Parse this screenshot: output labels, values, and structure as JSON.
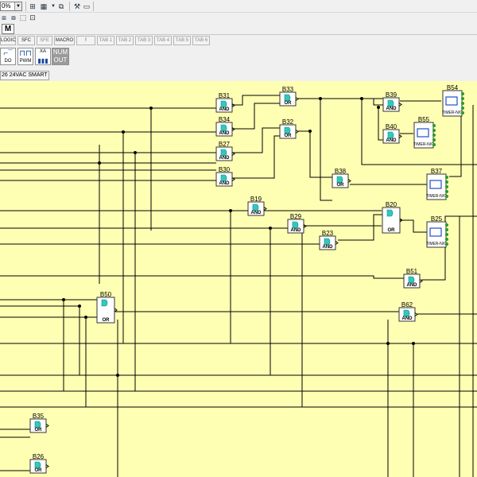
{
  "toolbar": {
    "zoom_value": "0%",
    "icons": [
      "pointer-icon",
      "grid-icon",
      "dropdown-icon",
      "link-icon",
      "tool-icon",
      "copy-icon",
      "paste-icon",
      "select-icon",
      "cut-icon",
      "move-icon"
    ]
  },
  "mode_button": "M",
  "tabs": [
    {
      "label": "LOGIC",
      "dim": false
    },
    {
      "label": "SFC",
      "dim": false
    },
    {
      "label": "SFE",
      "dim": true
    },
    {
      "label": "MACRO",
      "dim": false
    },
    {
      "label": "!",
      "dim": false
    },
    {
      "label": "TAB 1",
      "dim": true
    },
    {
      "label": "TAB 2",
      "dim": true
    },
    {
      "label": "TAB 3",
      "dim": true
    },
    {
      "label": "TAB 4",
      "dim": true
    },
    {
      "label": "TAB 5",
      "dim": true
    },
    {
      "label": "TAB 6",
      "dim": true
    }
  ],
  "palette": [
    {
      "name": "do",
      "label": "DO"
    },
    {
      "name": "pwm",
      "label": "PWM"
    },
    {
      "name": "xa",
      "label": "XA"
    },
    {
      "name": "num-out",
      "label": "NUM OUT"
    }
  ],
  "device_label": "26  24VAC SMART",
  "colors": {
    "canvas": "#ffffb3",
    "block_icon": "#30c8c0",
    "terminal": "#2a9a2a"
  },
  "blocks": [
    {
      "id": "B31",
      "type": "AND"
    },
    {
      "id": "B34",
      "type": "AND"
    },
    {
      "id": "B27",
      "type": "AND"
    },
    {
      "id": "B30",
      "type": "AND"
    },
    {
      "id": "B33",
      "type": "OR"
    },
    {
      "id": "B32",
      "type": "OR"
    },
    {
      "id": "B39",
      "type": "AND"
    },
    {
      "id": "B40",
      "type": "AND"
    },
    {
      "id": "B54",
      "type": "TIMER-N/O"
    },
    {
      "id": "B55",
      "type": "TIMER-N/O"
    },
    {
      "id": "B38",
      "type": "OR"
    },
    {
      "id": "B37",
      "type": "TIMER-N/O"
    },
    {
      "id": "B19",
      "type": "AND"
    },
    {
      "id": "B29",
      "type": "AND"
    },
    {
      "id": "B23",
      "type": "AND"
    },
    {
      "id": "B20",
      "type": "OR"
    },
    {
      "id": "B25",
      "type": "TIMER-N/O"
    },
    {
      "id": "B51",
      "type": "AND"
    },
    {
      "id": "B50",
      "type": "OR"
    },
    {
      "id": "B62",
      "type": "AND"
    },
    {
      "id": "B35",
      "type": "OR"
    },
    {
      "id": "B26",
      "type": "OR"
    }
  ]
}
